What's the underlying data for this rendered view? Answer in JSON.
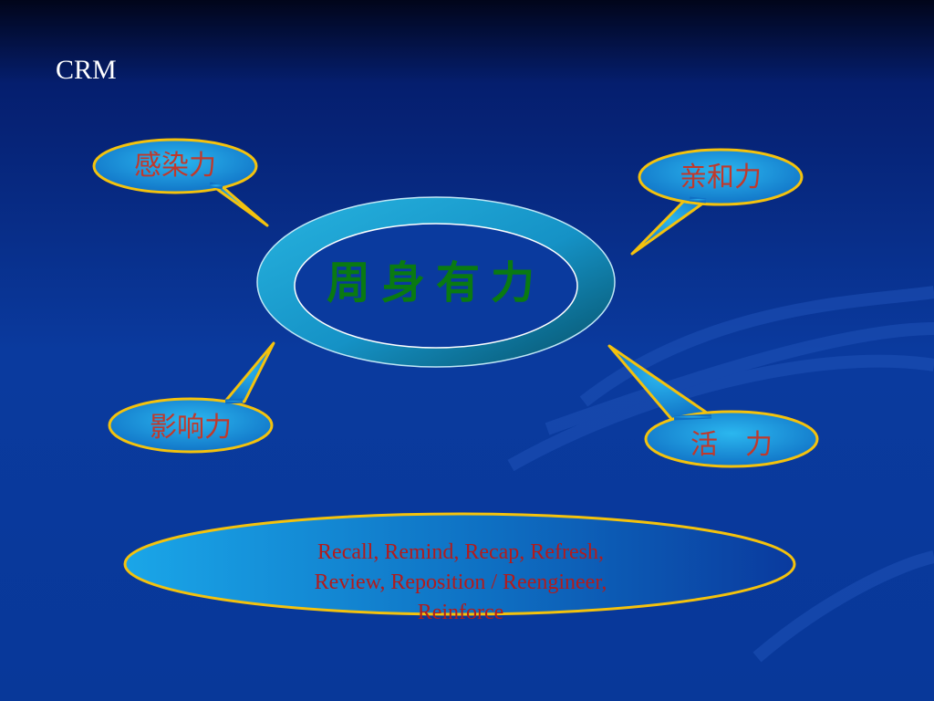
{
  "slide": {
    "title": "CRM",
    "center": {
      "label": "周身有力"
    },
    "bubbles": [
      {
        "id": "top-left",
        "label": "感染力"
      },
      {
        "id": "top-right",
        "label": "亲和力"
      },
      {
        "id": "bottom-left",
        "label": "影响力"
      },
      {
        "id": "bottom-right",
        "label": "活　力"
      }
    ],
    "bottom_ellipse": {
      "line1": "Recall, Remind, Recap, Refresh,",
      "line2": "Review, Reposition / Reengineer,",
      "line3": "Reinforce"
    }
  },
  "colors": {
    "bubble_fill": "#1a93d6",
    "bubble_outline": "#f4c20d",
    "bubble_text": "#c0392b",
    "center_text": "#0a7a12",
    "ring_light": "#2ab6e0",
    "ring_dark": "#07607a"
  }
}
